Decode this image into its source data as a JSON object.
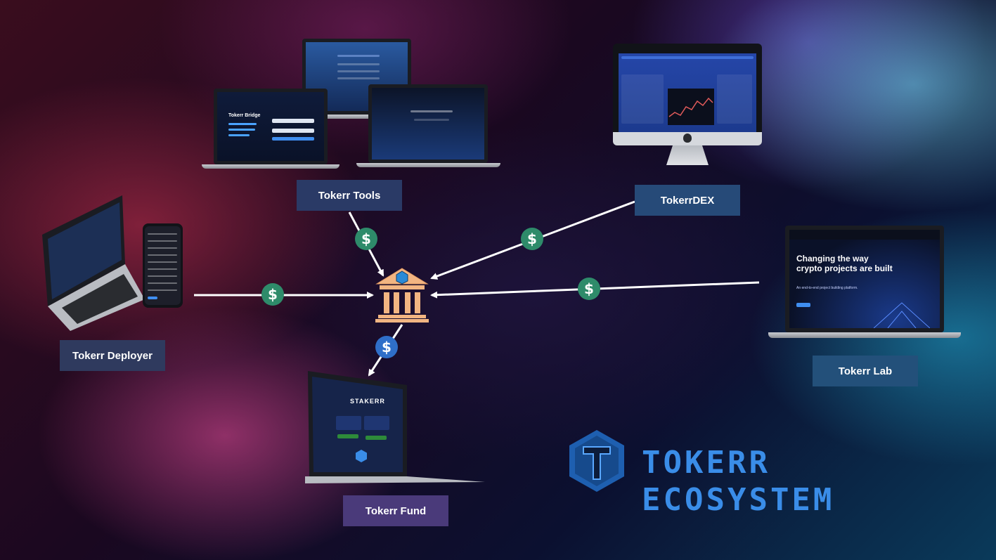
{
  "nodes": {
    "tools": {
      "label": "Tokerr Tools"
    },
    "dex": {
      "label": "TokerrDEX"
    },
    "deployer": {
      "label": "Tokerr Deployer"
    },
    "lab": {
      "label": "Tokerr Lab"
    },
    "fund": {
      "label": "Tokerr Fund"
    }
  },
  "screens": {
    "bridge_title": "Tokerr Bridge",
    "lab_headline": "Changing the way crypto projects are built",
    "lab_subtext": "An end-to-end project building platform.",
    "fund_title": "STAKERR"
  },
  "symbols": {
    "dollar": "$"
  },
  "brand": {
    "title_line1": "TOKERR",
    "title_line2": "ECOSYSTEM"
  },
  "colors": {
    "label_bg_tools": "#2a3a66",
    "label_bg_dex": "#264a78",
    "label_bg_deployer": "#2f3a5e",
    "label_bg_lab": "#23507a",
    "label_bg_fund": "#4a3a7a",
    "dollar_green": "#2e8b6a",
    "dollar_blue": "#2f6fc9",
    "brand_blue": "#3a8de8",
    "bank_orange": "#f2b582"
  },
  "icons": {
    "hub": "bank-icon",
    "logo": "tokerr-logo"
  }
}
